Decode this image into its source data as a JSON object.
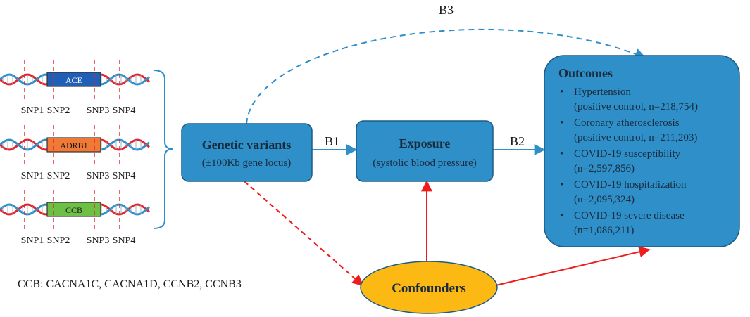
{
  "genes": [
    {
      "label": "ACE",
      "snps": [
        "SNP1",
        "SNP2",
        "SNP3",
        "SNP4"
      ],
      "fill": "#1f5fb5",
      "text_color": "#ffffff"
    },
    {
      "label": "ADRB1",
      "snps": [
        "SNP1",
        "SNP2",
        "SNP3",
        "SNP4"
      ],
      "fill": "#f07a35",
      "text_color": "#1a1a1a"
    },
    {
      "label": "CCB",
      "snps": [
        "SNP1",
        "SNP2",
        "SNP3",
        "SNP4"
      ],
      "fill": "#6dbf45",
      "text_color": "#1a1a1a"
    }
  ],
  "ccb_note": "CCB: CACNA1C, CACNA1D, CCNB2, CCNB3",
  "genetic": {
    "title": "Genetic variants",
    "subtitle": "(±100Kb gene locus)"
  },
  "exposure": {
    "title": "Exposure",
    "subtitle": "(systolic blood pressure)"
  },
  "confounders": {
    "title": "Confounders"
  },
  "outcomes": {
    "title": "Outcomes",
    "items": [
      {
        "line1": "Hypertension",
        "line2": "(positive control, n=218,754)"
      },
      {
        "line1": "Coronary atherosclerosis",
        "line2": "(positive control, n=211,203)"
      },
      {
        "line1": "COVID-19 susceptibility",
        "line2": "(n=2,597,856)"
      },
      {
        "line1": "COVID-19 hospitalization",
        "line2": "(n=2,095,324)"
      },
      {
        "line1": "COVID-19 severe disease",
        "line2": "(n=1,086,211)"
      }
    ]
  },
  "paths": {
    "b1": "B1",
    "b2": "B2",
    "b3": "B3"
  },
  "colors": {
    "box_fill": "#2e8fc9",
    "box_stroke": "#1b5c86",
    "box_text": "#1a2a3a",
    "confounder_fill": "#fdb913",
    "arrow_blue": "#2e8fc9",
    "arrow_red": "#ee1c1c",
    "dna_red": "#e2262b",
    "dna_blue": "#2e8fc9"
  }
}
